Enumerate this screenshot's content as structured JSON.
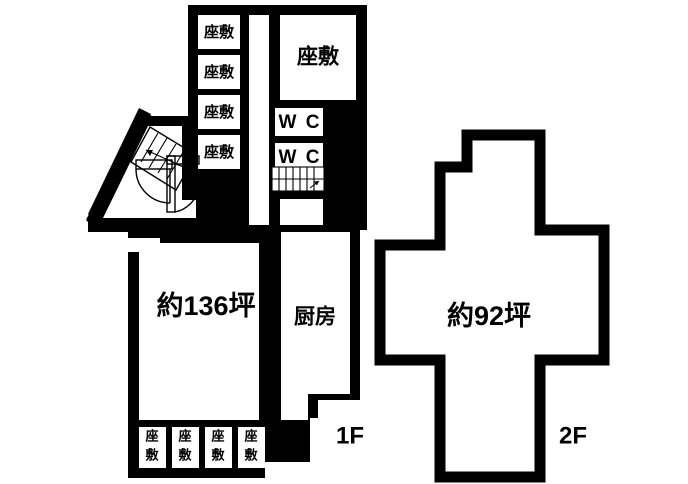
{
  "plan": {
    "title": "floor-plan",
    "colors": {
      "wall": "#000000",
      "room": "#ffffff",
      "background": "#ffffff",
      "text": "#000000"
    },
    "floors": [
      {
        "key": "first",
        "label": "1F"
      },
      {
        "key": "second",
        "label": "2F"
      }
    ],
    "areas": [
      {
        "key": "first_floor_area",
        "label": "約136坪"
      },
      {
        "key": "second_floor_area",
        "label": "約92坪"
      }
    ],
    "first_floor": {
      "floor_label": "1F",
      "area_label": "約136坪",
      "kitchen_label": "厨房",
      "big_tatami_label": "座敷",
      "wc_labels": [
        "W C",
        "W C"
      ],
      "north_tatami_rooms": [
        {
          "label": "座敷"
        },
        {
          "label": "座敷"
        },
        {
          "label": "座敷"
        },
        {
          "label": "座敷"
        }
      ],
      "south_tatami_rooms": [
        {
          "line1": "座",
          "line2": "敷"
        },
        {
          "line1": "座",
          "line2": "敷"
        },
        {
          "line1": "座",
          "line2": "敷"
        },
        {
          "line1": "座",
          "line2": "敷"
        }
      ],
      "stair_names": [
        "entry-diagonal-stair",
        "center-stair"
      ],
      "door_names": [
        "entry-swing-door",
        "vestibule-double-door"
      ]
    },
    "second_floor": {
      "floor_label": "2F",
      "area_label": "約92坪"
    }
  }
}
